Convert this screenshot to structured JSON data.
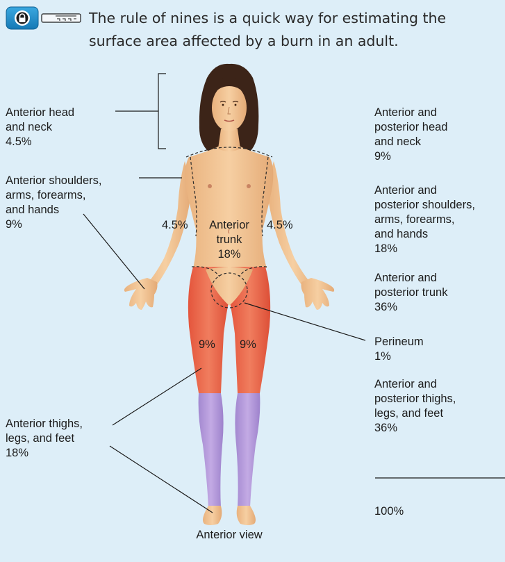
{
  "header": {
    "text": "The rule of nines is a quick way for estimating the surface area affected by a burn in an adult.",
    "icons": [
      "lock-icon",
      "key-icon"
    ],
    "accent_color": "#1a8fcf"
  },
  "colors": {
    "background": "#ddeef8",
    "skin": "#f0c190",
    "burn_red": "#e86a4e",
    "burn_purple": "#b49ad8",
    "hair": "#3c2418"
  },
  "left_labels": {
    "head": [
      "Anterior head",
      "and neck",
      "4.5%"
    ],
    "arms": [
      "Anterior shoulders,",
      "arms, forearms,",
      "and hands",
      "9%"
    ],
    "legs": [
      "Anterior thighs,",
      "legs, and feet",
      "18%"
    ]
  },
  "figure_labels": {
    "left_arm_pct": "4.5%",
    "right_arm_pct": "4.5%",
    "trunk": [
      "Anterior",
      "trunk",
      "18%"
    ],
    "left_thigh_pct": "9%",
    "right_thigh_pct": "9%"
  },
  "right_labels": {
    "head": [
      "Anterior and",
      "posterior head",
      "and neck",
      "9%"
    ],
    "arms": [
      "Anterior and",
      "posterior shoulders,",
      "arms, forearms,",
      "and hands",
      "18%"
    ],
    "trunk": [
      "Anterior and",
      "posterior trunk",
      "36%"
    ],
    "perineum": [
      "Perineum",
      "1%"
    ],
    "legs": [
      "Anterior and",
      "posterior thighs,",
      "legs, and feet",
      "36%"
    ],
    "total": "100%"
  },
  "caption": "Anterior view"
}
